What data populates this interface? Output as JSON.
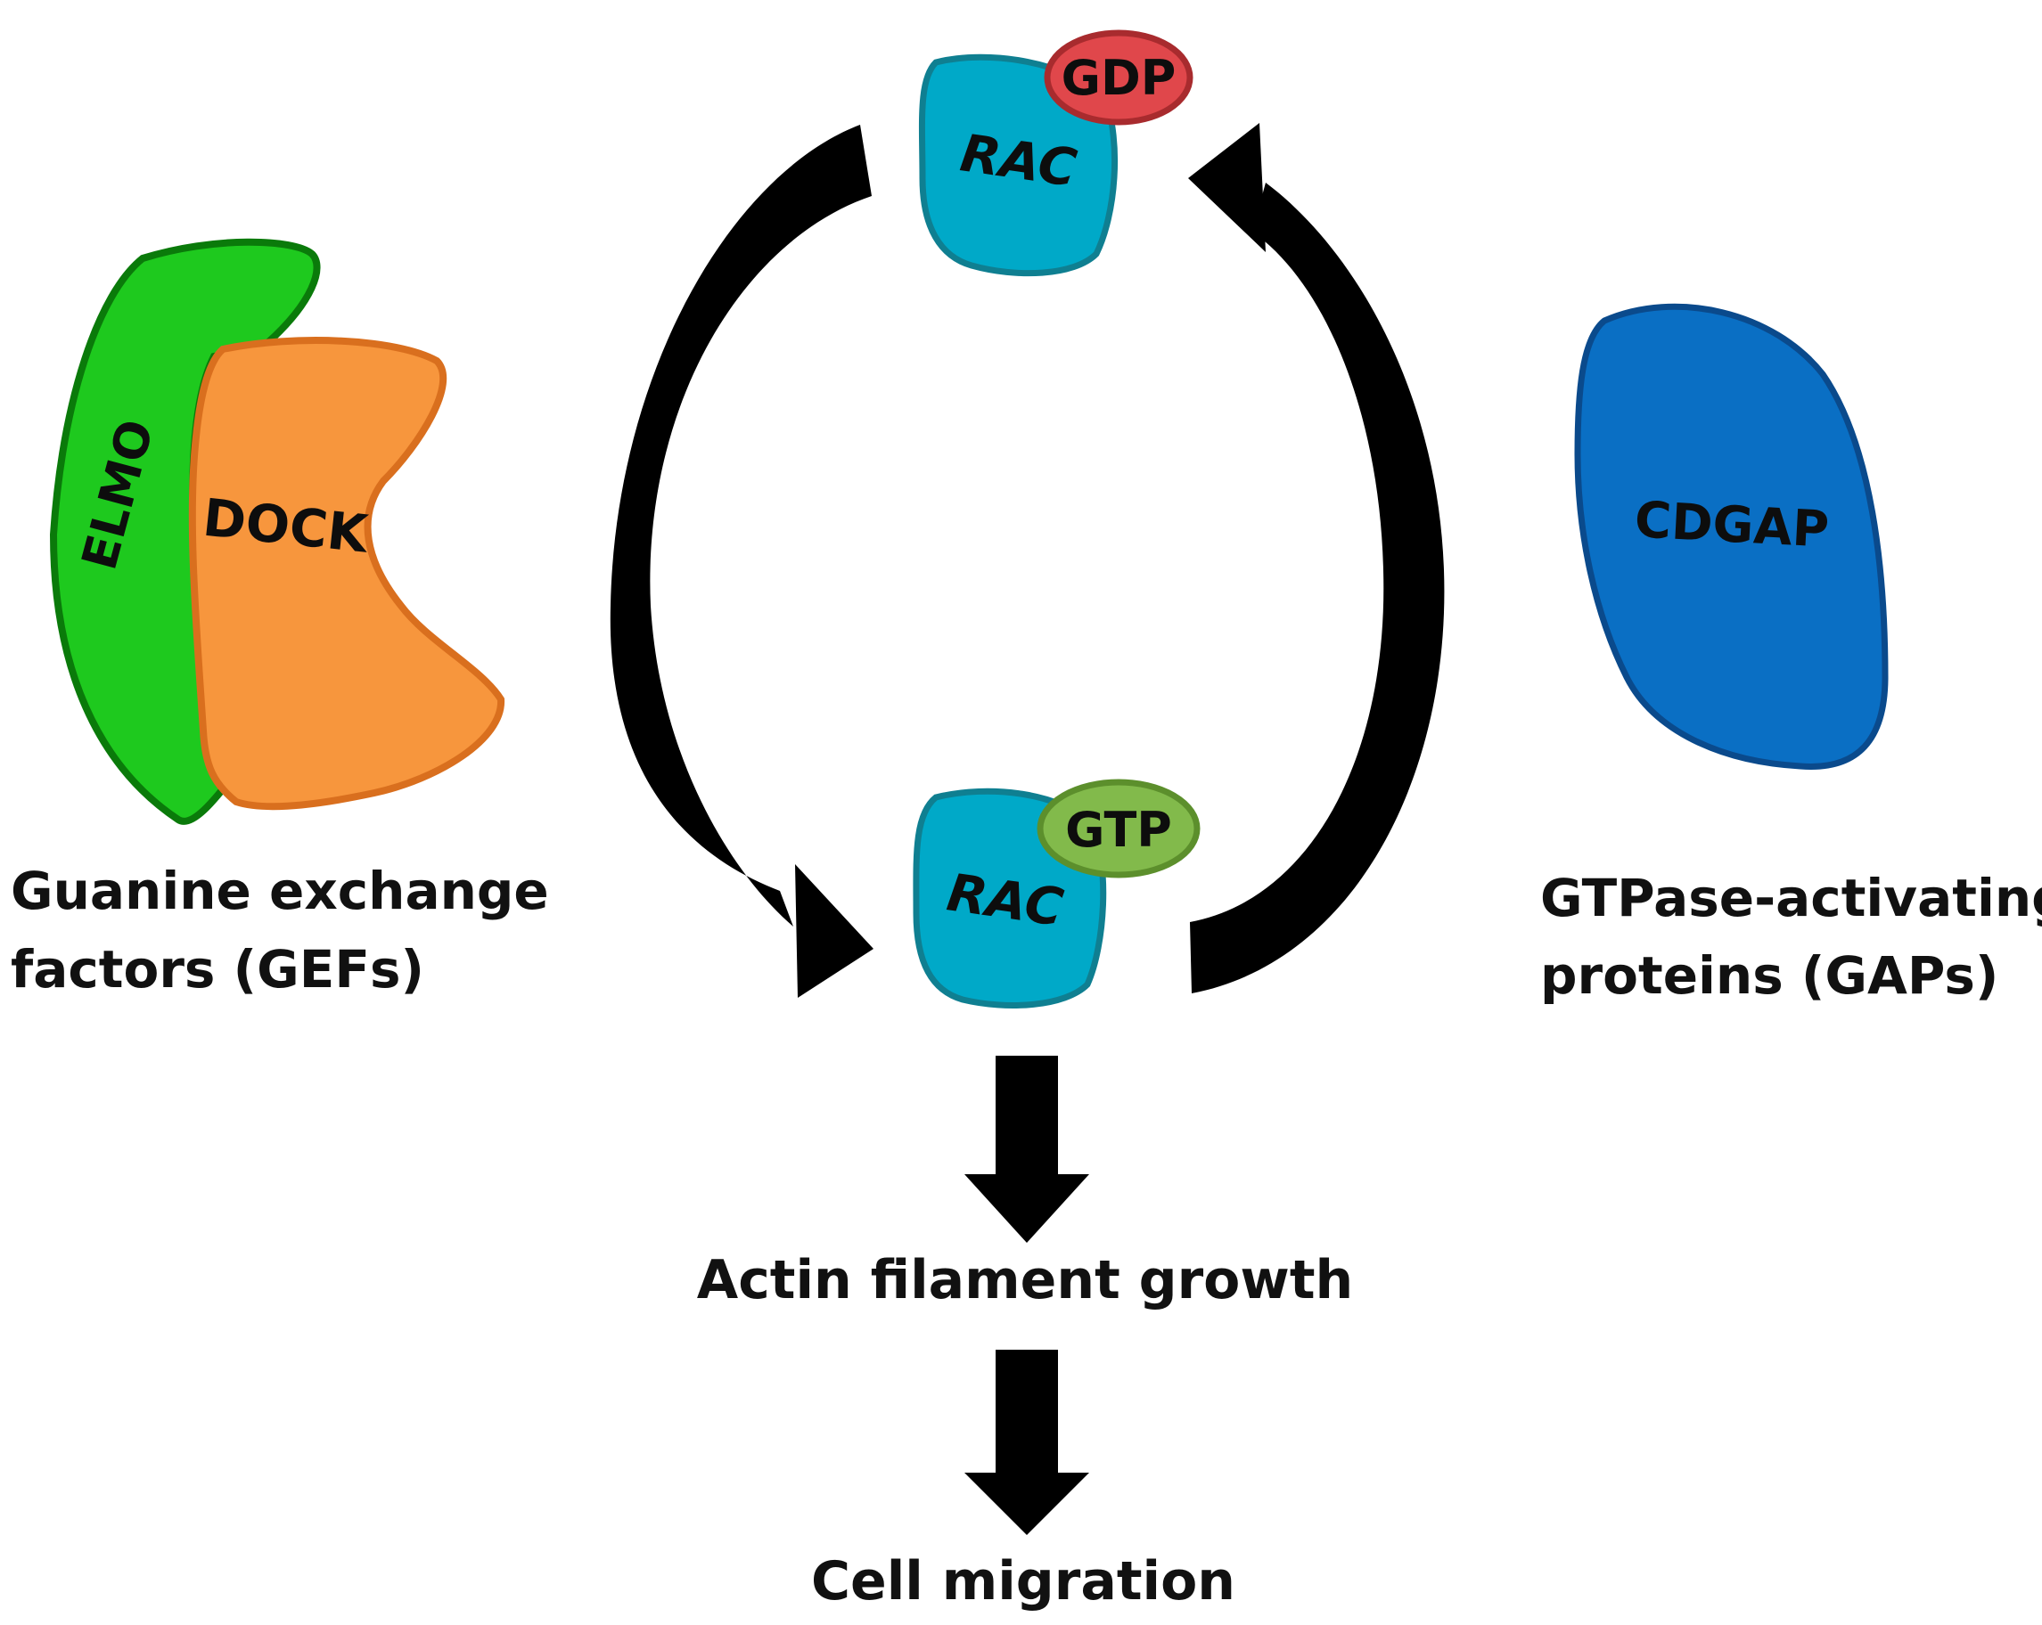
{
  "molecules": {
    "elmo": "ELMO",
    "dock": "DOCK",
    "rac_top": "RAC",
    "gdp": "GDP",
    "rac_bottom": "RAC",
    "gtp": "GTP",
    "cdgap": "CDGAP"
  },
  "labels": {
    "gef_line1": "Guanine exchange",
    "gef_line2": "factors (GEFs)",
    "gap_line1": "GTPase-activating",
    "gap_line2": "proteins (GAPs)",
    "actin": "Actin filament growth",
    "migration": "Cell migration"
  },
  "colors": {
    "elmo": "#1ec91e",
    "dock": "#f7963d",
    "rac": "#00a9c8",
    "gdp": "#e0474b",
    "gtp": "#82ba4b",
    "cdgap": "#0a6fc4",
    "arrow": "#000000"
  }
}
